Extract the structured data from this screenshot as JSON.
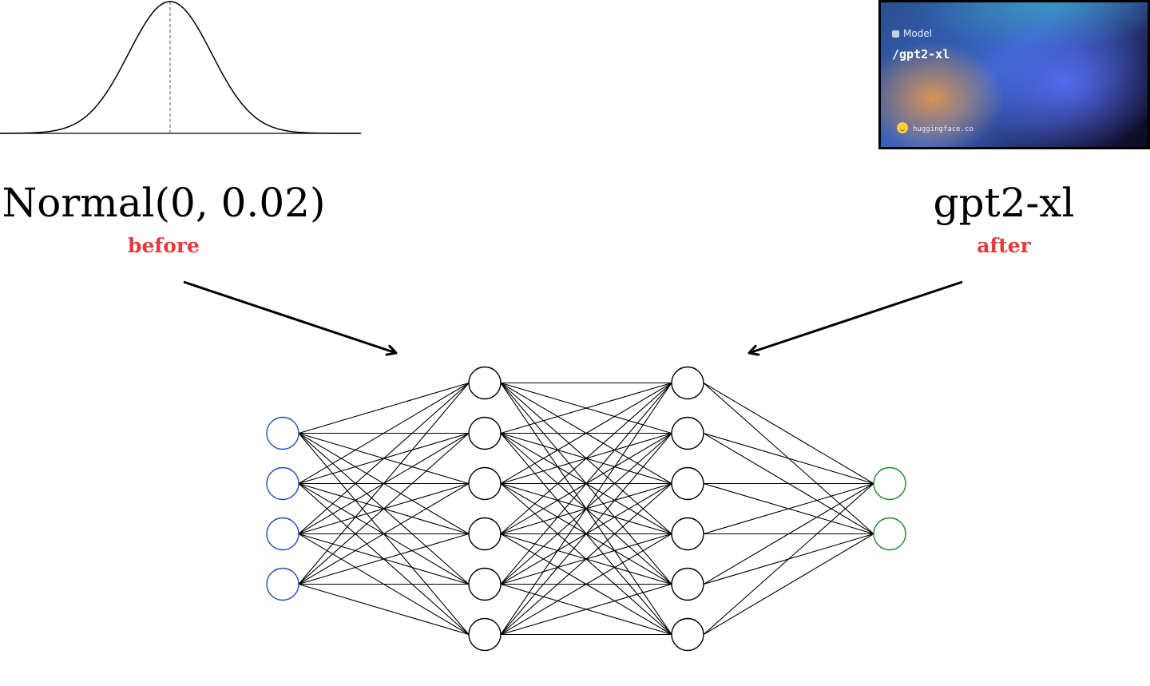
{
  "distribution": {
    "label": "Normal(0, 0.02)",
    "tag": "before",
    "mean": 0,
    "std": 0.02
  },
  "model": {
    "label": "gpt2-xl",
    "tag": "after",
    "card": {
      "kind": "Model",
      "name": "/gpt2-xl",
      "site": "huggingface.co",
      "icons": [
        "cube-icon",
        "hugging-face-icon"
      ]
    }
  },
  "network": {
    "layers": [
      4,
      6,
      6,
      2
    ],
    "layer_colors": [
      "#1f4fb5",
      "#000000",
      "#000000",
      "#1a8a2a"
    ]
  },
  "colors": {
    "tag": "#e8393a",
    "edge": "#000000"
  }
}
